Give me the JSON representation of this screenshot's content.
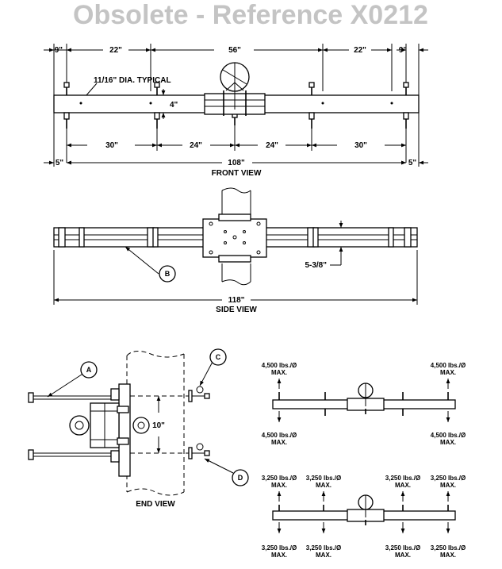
{
  "title": "Obsolete - Reference X0212",
  "front_view": {
    "label": "FRONT VIEW",
    "top_dims": [
      "9\"",
      "22\"",
      "56\"",
      "22\"",
      "9\""
    ],
    "hole_note": "11/16\" DIA. TYPICAL",
    "height_dim": "4\"",
    "bottom_dims": [
      "30\"",
      "24\"",
      "24\"",
      "30\""
    ],
    "overall_dims": [
      "5\"",
      "108\"",
      "5\""
    ]
  },
  "side_view": {
    "label": "SIDE VIEW",
    "callout_b": "B",
    "width_dim": "5-3/8\"",
    "overall_dim": "118\""
  },
  "end_view": {
    "label": "END VIEW",
    "callout_a": "A",
    "callout_c": "C",
    "callout_d": "D",
    "spacing_dim": "10\""
  },
  "load_diagram_1": {
    "load_text": "4,500 lbs./Ø",
    "max_text": "MAX."
  },
  "load_diagram_2": {
    "load_text": "3,250 lbs./Ø",
    "max_text": "MAX."
  }
}
